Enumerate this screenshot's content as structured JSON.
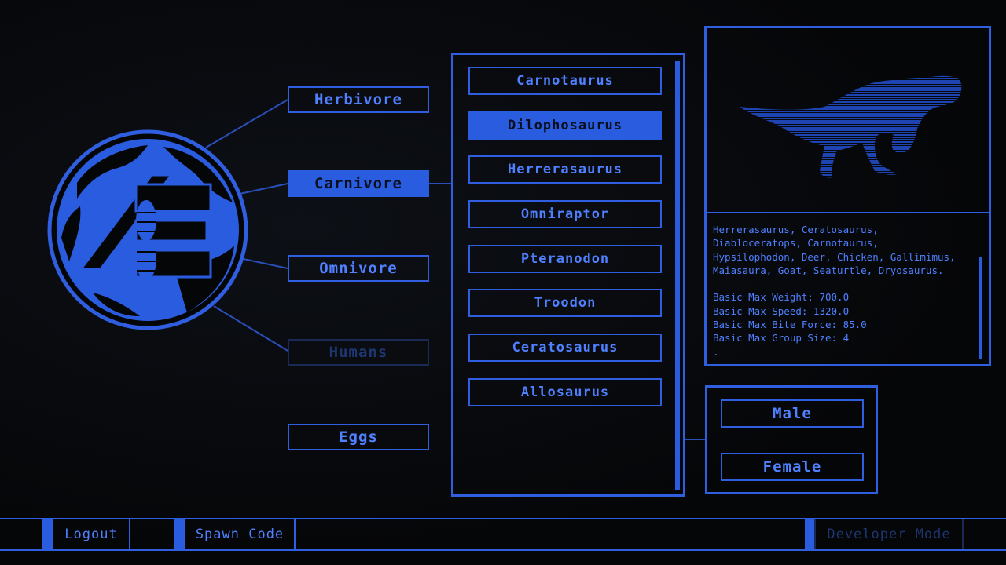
{
  "categories": [
    {
      "label": "Herbivore",
      "state": "normal"
    },
    {
      "label": "Carnivore",
      "state": "active"
    },
    {
      "label": "Omnivore",
      "state": "normal"
    },
    {
      "label": "Humans",
      "state": "disabled"
    },
    {
      "label": "Eggs",
      "state": "normal"
    }
  ],
  "species": [
    {
      "label": "Carnotaurus",
      "active": false
    },
    {
      "label": "Dilophosaurus",
      "active": true
    },
    {
      "label": "Herrerasaurus",
      "active": false
    },
    {
      "label": "Omniraptor",
      "active": false
    },
    {
      "label": "Pteranodon",
      "active": false
    },
    {
      "label": "Troodon",
      "active": false
    },
    {
      "label": "Ceratosaurus",
      "active": false
    },
    {
      "label": "Allosaurus",
      "active": false
    }
  ],
  "info": {
    "diet": "Herrerasaurus, Ceratosaurus,\nDiabloceratops, Carnotaurus,\nHypsilophodon, Deer, Chicken, Gallimimus,\nMaiasaura, Goat, Seaturtle, Dryosaurus.",
    "stats": "Basic Max Weight: 700.0\nBasic Max Speed: 1320.0\nBasic Max Bite Force: 85.0\nBasic Max Group Size: 4\n."
  },
  "gender": {
    "male": "Male",
    "female": "Female"
  },
  "bottom_bar": {
    "logout": "Logout",
    "spawn_code": "Spawn Code",
    "developer_mode": "Developer Mode"
  },
  "colors": {
    "accent": "#2f5fe0",
    "text": "#4f80ff",
    "background": "#050608"
  },
  "icons": {
    "logo": "globe-logo-icon",
    "preview": "dinosaur-silhouette-icon"
  }
}
